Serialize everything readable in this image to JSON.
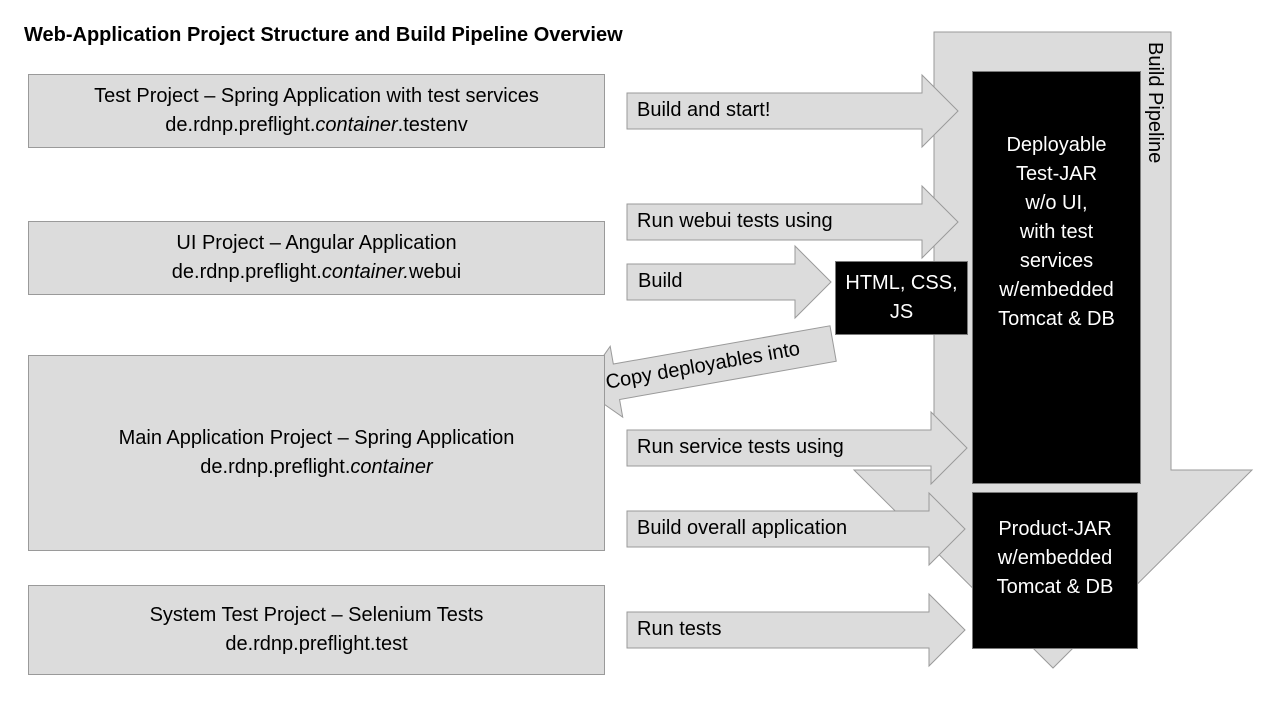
{
  "title": "Web-Application Project Structure and Build Pipeline Overview",
  "projects": [
    {
      "name": "Test Project – Spring Application with test services",
      "package_prefix": "de.rdnp.preflight.",
      "package_italic": "container",
      "package_suffix": ".testenv"
    },
    {
      "name": "UI Project – Angular Application",
      "package_prefix": "de.rdnp.preflight.",
      "package_italic": "container.",
      "package_suffix": "webui"
    },
    {
      "name": "Main Application Project – Spring Application",
      "package_prefix": "de.rdnp.preflight.",
      "package_italic": "container",
      "package_suffix": ""
    },
    {
      "name": "System Test Project – Selenium Tests",
      "package_prefix": "de.rdnp.preflight.test",
      "package_italic": "",
      "package_suffix": ""
    }
  ],
  "arrows": {
    "build_and_start": "Build and start!",
    "run_webui_tests": "Run webui tests using",
    "build": "Build",
    "copy_deployables": "Copy deployables into",
    "run_service_tests": "Run service tests using",
    "build_overall": "Build overall application",
    "run_tests": "Run tests"
  },
  "artifacts": {
    "html_css_js": [
      "HTML, CSS,",
      "JS"
    ],
    "test_jar": [
      "Deployable",
      "Test-JAR",
      "w/o UI,",
      "with test",
      "services",
      "w/embedded",
      "Tomcat & DB"
    ],
    "product_jar": [
      "Product-JAR",
      "w/embedded",
      "Tomcat & DB"
    ]
  },
  "pipeline_label": "Build Pipeline",
  "colors": {
    "arrow_fill": "#dcdcdc",
    "arrow_stroke": "#9a9a9a",
    "box_fill": "#dcdcdc",
    "artifact_fill": "#000000",
    "artifact_text": "#ffffff"
  }
}
